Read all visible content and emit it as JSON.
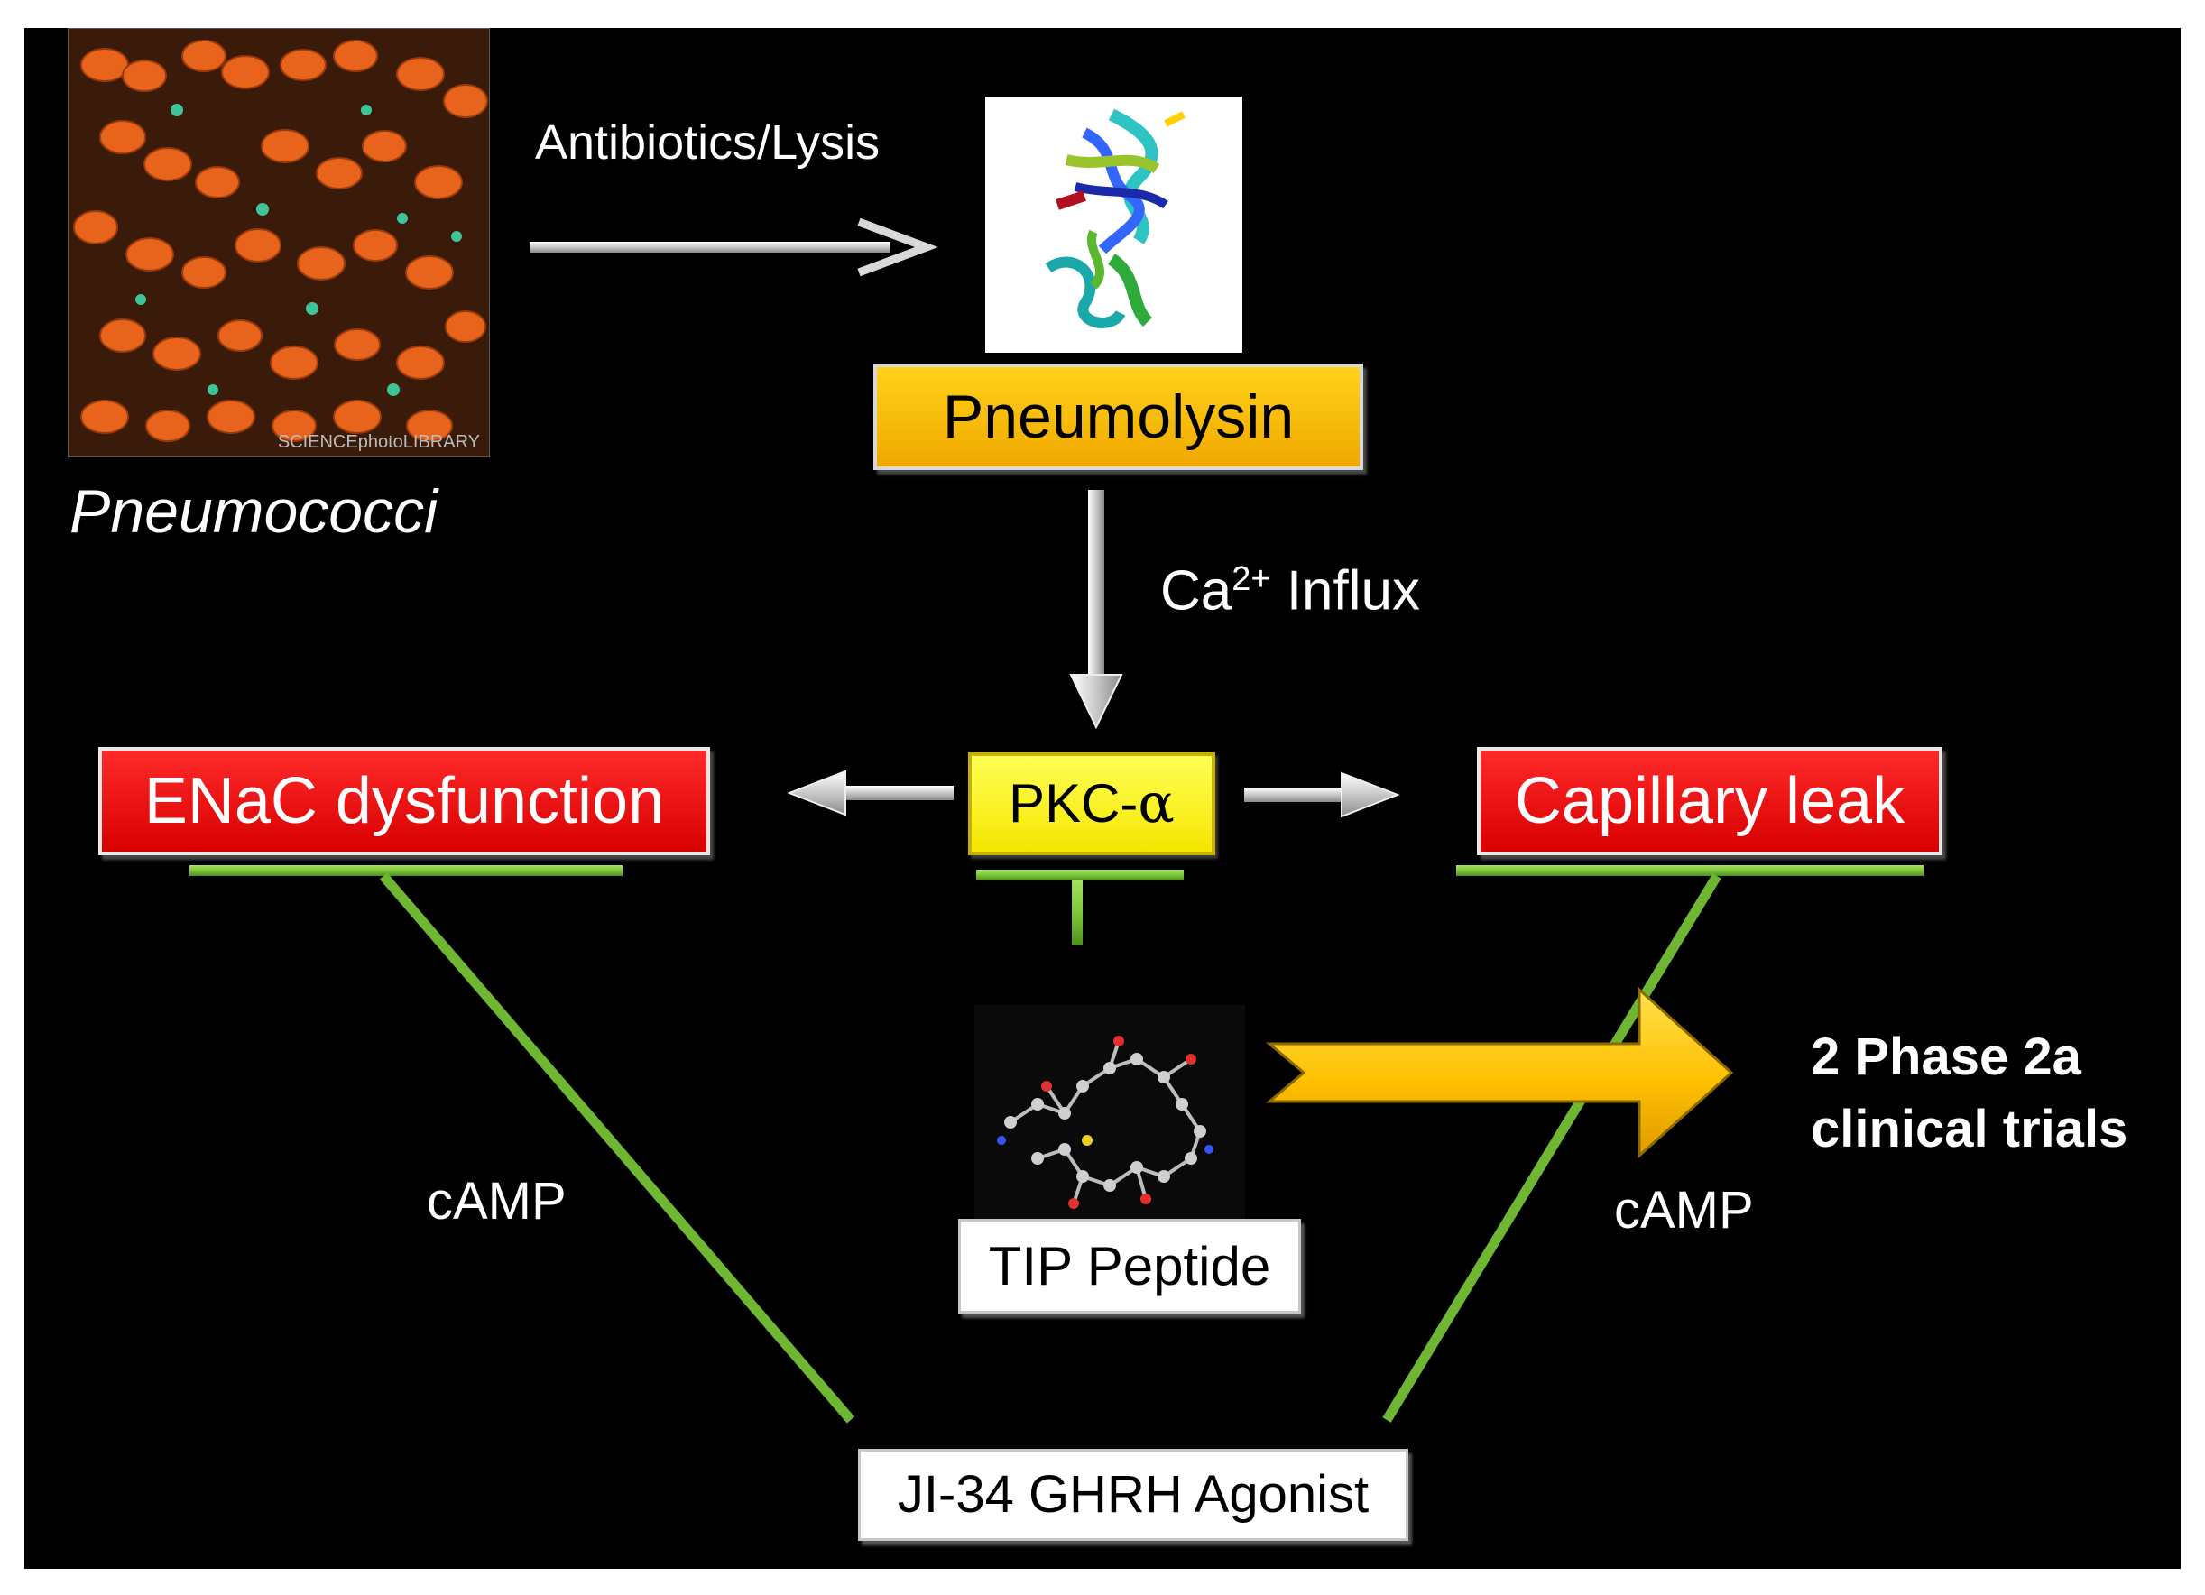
{
  "colors": {
    "background": "#000000",
    "effect_box": "#e60000",
    "toxin_box": "#f7b900",
    "pkc_box": "#ffff33",
    "inhibition_line": "#7dc73a",
    "big_arrow": "#ffc000"
  },
  "images": {
    "pneumococci_micrograph_credit": "SCIENCEphotoLIBRARY",
    "pneumococci_caption": "Pneumococci",
    "protein_structure_icon": "protein-ribbon-structure",
    "peptide_structure_icon": "ball-and-stick-molecule"
  },
  "labels": {
    "antibiotics": "Antibiotics/Lysis",
    "ca_base": "Ca",
    "ca_sup": "2+",
    "ca_rest": " Influx",
    "camp_left": "cAMP",
    "camp_right": "cAMP",
    "trials_line1": "2 Phase 2a",
    "trials_line2": "clinical trials"
  },
  "boxes": {
    "pneumolysin": "Pneumolysin",
    "pkc_prefix": "PKC-",
    "pkc_greek": "α",
    "enac": "ENaC dysfunction",
    "capillary": "Capillary leak",
    "tip": "TIP Peptide",
    "ji34": "JI-34 GHRH Agonist"
  }
}
